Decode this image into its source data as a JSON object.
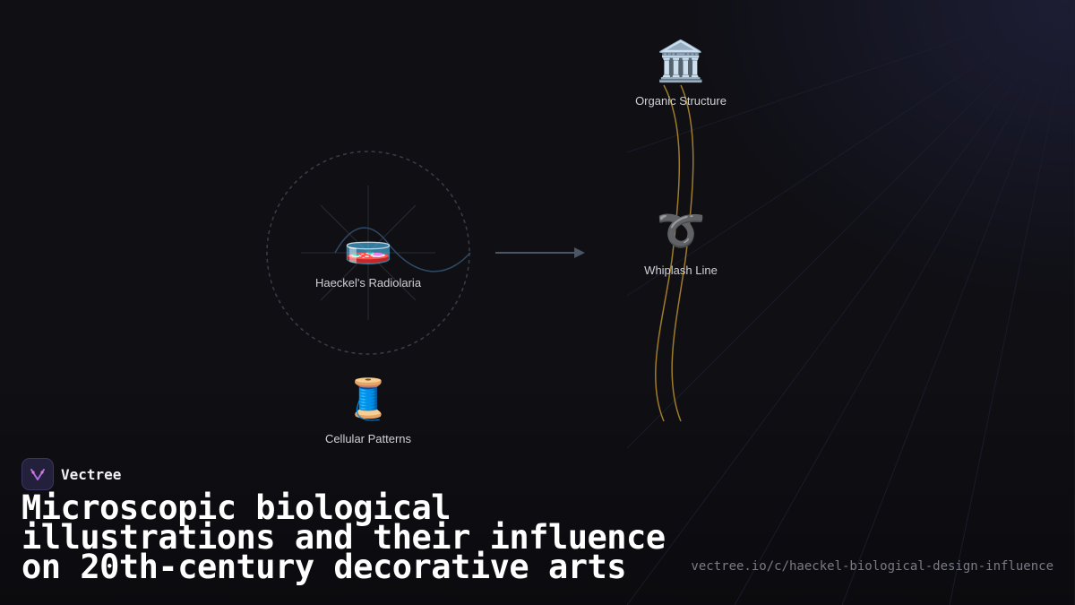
{
  "brand": {
    "name": "Vectree",
    "logo_icon": "vectree-logo-icon"
  },
  "title": "Microscopic biological illustrations and their influence on 20th-century decorative arts",
  "url": "vectree.io/c/haeckel-biological-design-influence",
  "nodes": {
    "radiolaria": {
      "icon": "🧫",
      "label": "Haeckel's Radiolaria"
    },
    "cellular": {
      "icon": "🧵",
      "label": "Cellular Patterns"
    },
    "organic": {
      "icon": "🏛️",
      "label": "Organic Structure"
    },
    "whiplash": {
      "icon": "➰",
      "label": "Whiplash Line"
    }
  },
  "colors": {
    "background": "#0f0f14",
    "accent_gold": "#b8902e",
    "arrow": "#4a5566",
    "circle_dash": "#3a3e4a",
    "wave": "#2f4a66"
  }
}
